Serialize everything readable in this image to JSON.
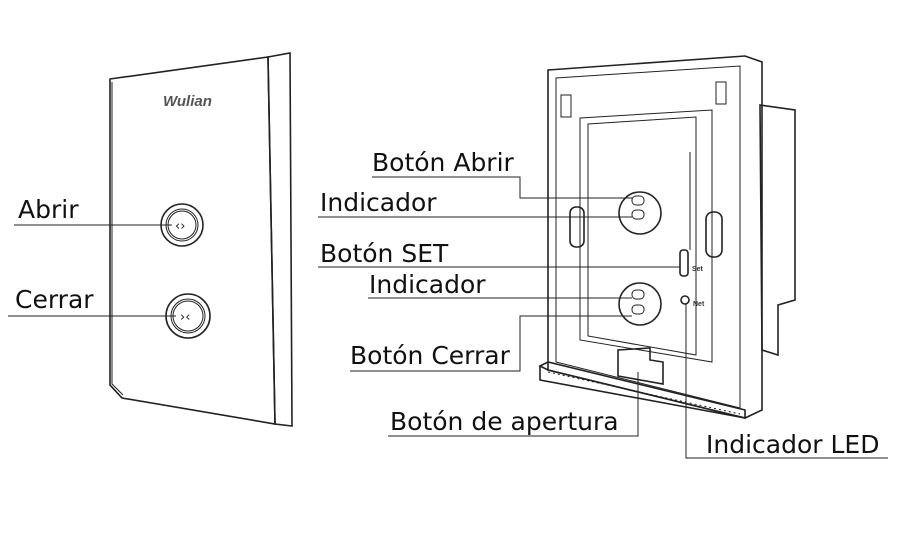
{
  "front_panel": {
    "brand": "Wulian",
    "open_label": "Abrir",
    "close_label": "Cerrar"
  },
  "back_panel": {
    "open_button_label": "Botón Abrir",
    "indicator_top_label": "Indicador",
    "set_button_label": "Botón SET",
    "indicator_bottom_label": "Indicador",
    "close_button_label": "Botón Cerrar",
    "release_button_label": "Botón de apertura",
    "led_indicator_label": "Indicador LED",
    "set_mark": "Set",
    "net_mark": "Net"
  },
  "colors": {
    "line": "#222222",
    "background": "#ffffff"
  }
}
